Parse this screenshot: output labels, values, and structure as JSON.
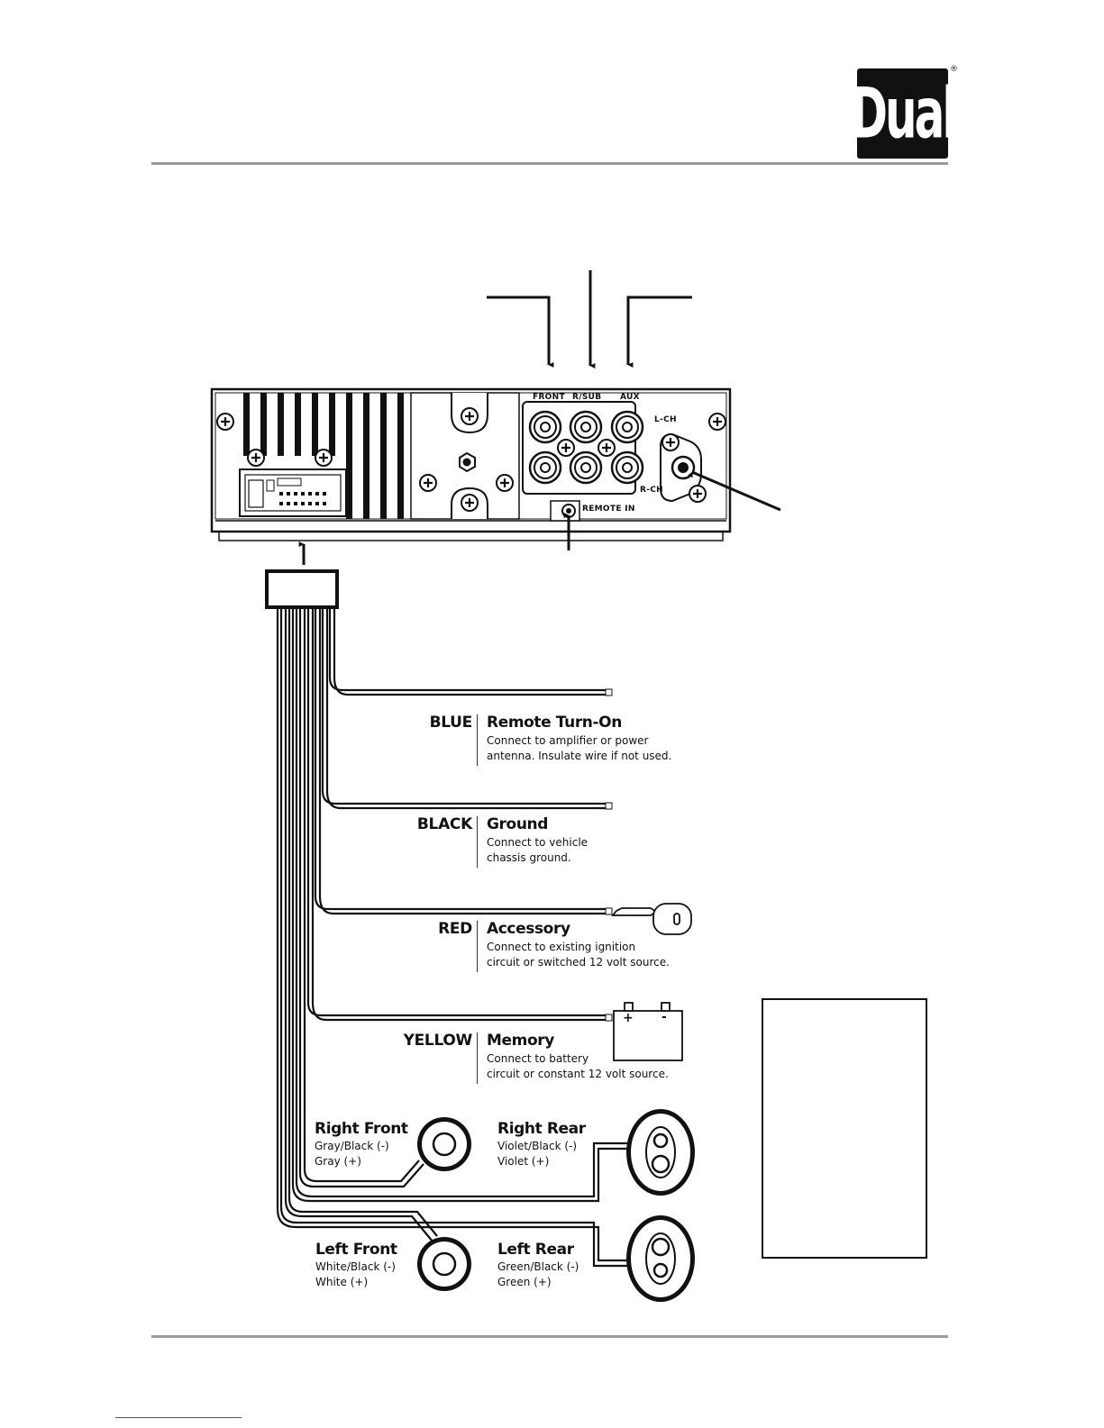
{
  "brand": {
    "logo_text": "Dual",
    "registered": "®"
  },
  "head_unit": {
    "rca_labels": [
      "FRONT",
      "R/SUB",
      "AUX"
    ],
    "channel_labels": {
      "left": "L-CH",
      "right": "R-CH"
    },
    "remote_in_label": "REMOTE IN"
  },
  "wires": [
    {
      "color_name": "BLUE",
      "function": "Remote Turn-On",
      "description": [
        "Connect to amplifier or power",
        "antenna. Insulate wire if not used."
      ]
    },
    {
      "color_name": "BLACK",
      "function": "Ground",
      "description": [
        "Connect to vehicle",
        "chassis ground."
      ]
    },
    {
      "color_name": "RED",
      "function": "Accessory",
      "description": [
        "Connect to existing ignition",
        "circuit or switched 12 volt source."
      ]
    },
    {
      "color_name": "YELLOW",
      "function": "Memory",
      "description": [
        "Connect to battery",
        "circuit or constant 12 volt source."
      ]
    }
  ],
  "battery": {
    "plus": "+",
    "minus": "-"
  },
  "speakers": {
    "right_front": {
      "title": "Right Front",
      "negative": "Gray/Black (-)",
      "positive": "Gray (+)"
    },
    "right_rear": {
      "title": "Right Rear",
      "negative": "Violet/Black (-)",
      "positive": "Violet (+)"
    },
    "left_front": {
      "title": "Left Front",
      "negative": "White/Black (-)",
      "positive": "White (+)"
    },
    "left_rear": {
      "title": "Left Rear",
      "negative": "Green/Black (-)",
      "positive": "Green (+)"
    }
  }
}
